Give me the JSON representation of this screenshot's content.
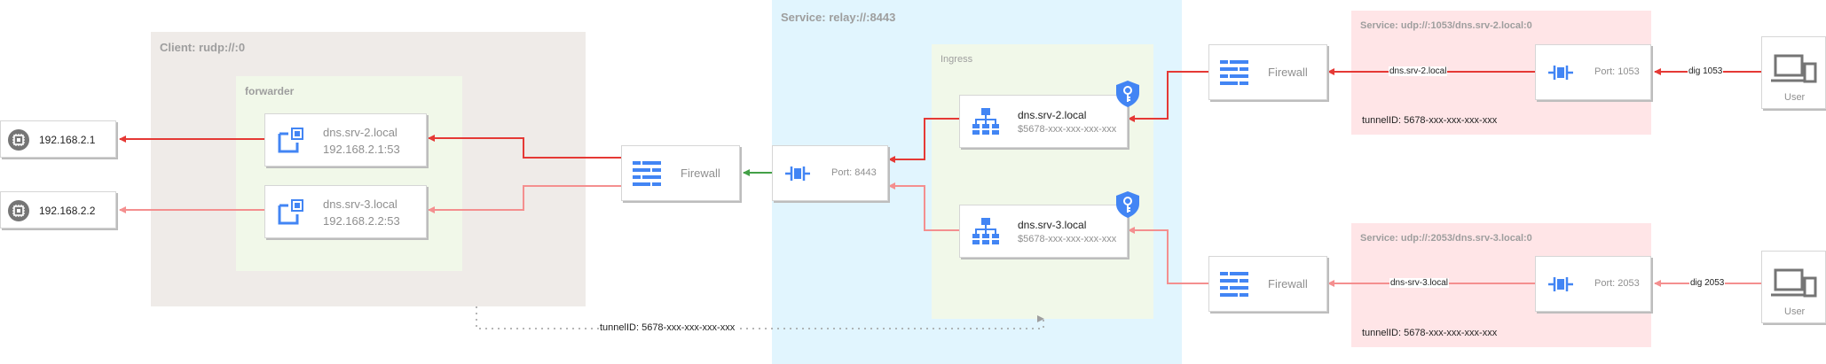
{
  "colors": {
    "client_bg": "#efebe8",
    "forwarder_bg": "#f1f8e9",
    "service_relay_bg": "#e1f5fe",
    "ingress_bg": "#f1f8e9",
    "service_udp_bg": "#ffe5e7",
    "edge_primary": "#e53935",
    "edge_secondary": "#f48f8f",
    "edge_accept": "#43a047",
    "icon_blue": "#4285f4",
    "tunnel_dotted": "#9e9e9e"
  },
  "regions": {
    "client": "Client: rudp://:0",
    "forwarder": "forwarder",
    "service_relay": "Service: relay://:8443",
    "ingress": "Ingress",
    "service_udp_1": "Service: udp://:1053/dns.srv-2.local:0",
    "service_udp_2": "Service: udp://:2053/dns.srv-3.local:0"
  },
  "hosts": {
    "host1": "192.168.2.1",
    "host2": "192.168.2.2"
  },
  "forwarder_nodes": [
    {
      "name": "dns.srv-2.local",
      "addr": "192.168.2.1:53"
    },
    {
      "name": "dns.srv-3.local",
      "addr": "192.168.2.2:53"
    }
  ],
  "firewalls": {
    "client_fw": "Firewall",
    "fw_1": "Firewall",
    "fw_2": "Firewall"
  },
  "ports": {
    "relay_port": "Port: 8443",
    "port_1": "Port: 1053",
    "port_2": "Port: 2053"
  },
  "ingress_rules": [
    {
      "name": "dns.srv-2.local",
      "id": "$5678-xxx-xxx-xxx-xxx"
    },
    {
      "name": "dns.srv-3.local",
      "id": "$5678-xxx-xxx-xxx-xxx"
    }
  ],
  "users": {
    "user_1": "User",
    "user_2": "User"
  },
  "edge_labels": {
    "dig_1": "dig 1053",
    "dig_2": "dig 2053",
    "fw_edge_1": "dns.srv-2.local",
    "fw_edge_2": "dns-srv-3.local"
  },
  "tunnels": {
    "tunnel_1": "tunnelID: 5678-xxx-xxx-xxx-xxx",
    "tunnel_2": "tunnelID: 5678-xxx-xxx-xxx-xxx",
    "tunnel_bottom": "tunnelID: 5678-xxx-xxx-xxx-xxx"
  }
}
